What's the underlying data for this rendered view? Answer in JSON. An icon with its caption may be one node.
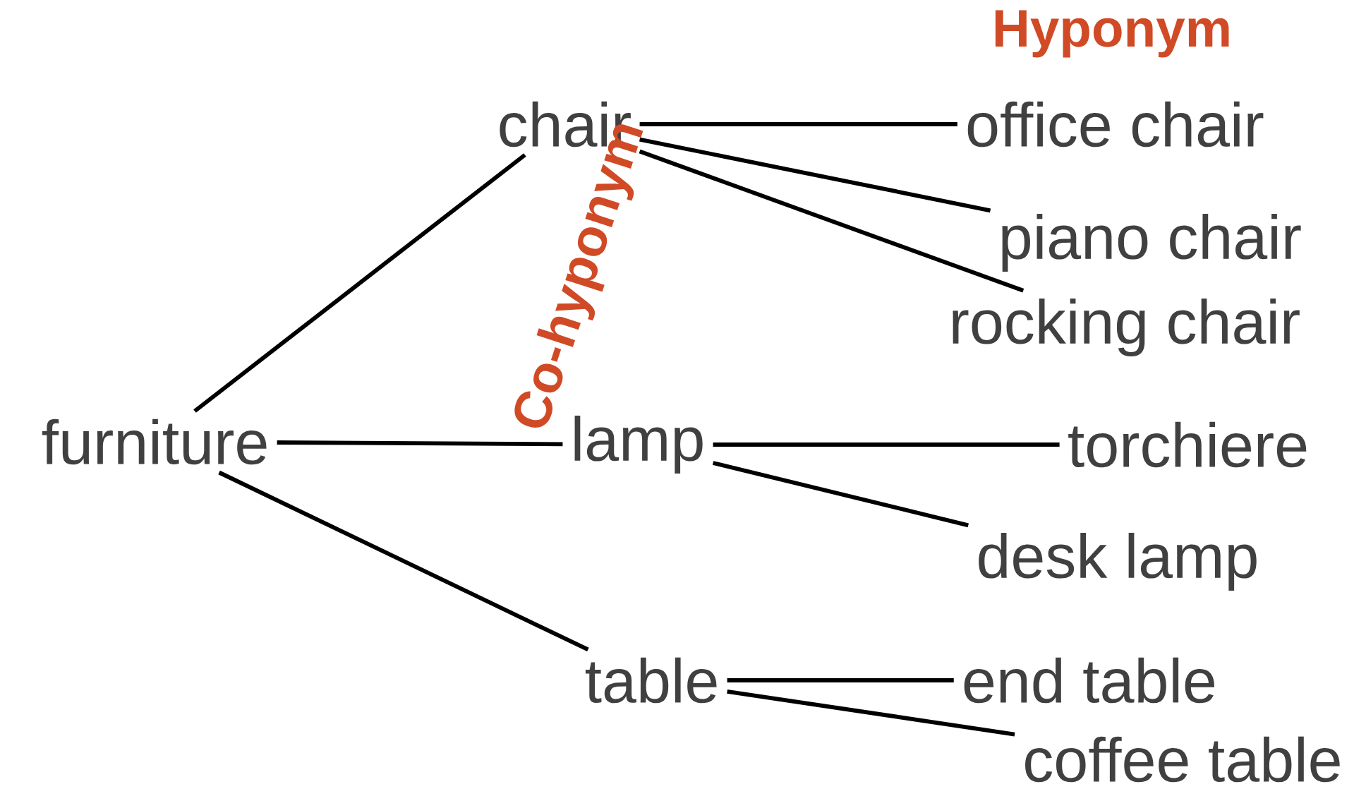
{
  "diagram": {
    "nodes": [
      {
        "text": [
          "furniture"
        ]
      },
      {
        "text": [
          "chair"
        ]
      },
      {
        "text": [
          "lamp"
        ]
      },
      {
        "text": [
          "table"
        ]
      },
      {
        "text": [
          "office chair"
        ]
      },
      {
        "text": [
          "piano chair"
        ]
      },
      {
        "text": [
          "rocking chair"
        ]
      },
      {
        "text": [
          "torchiere"
        ]
      },
      {
        "text": [
          "desk lamp"
        ]
      },
      {
        "text": [
          "end table"
        ]
      },
      {
        "text": [
          "coffee table"
        ]
      }
    ],
    "edges": [
      {
        "from": 0,
        "to": 1,
        "arrow": "none"
      },
      {
        "from": 0,
        "to": 2,
        "arrow": "none"
      },
      {
        "from": 0,
        "to": 3,
        "arrow": "none"
      },
      {
        "from": 1,
        "to": 4,
        "arrow": "none"
      },
      {
        "from": 1,
        "to": 5,
        "arrow": "none"
      },
      {
        "from": 1,
        "to": 6,
        "arrow": "none"
      },
      {
        "from": 2,
        "to": 7,
        "arrow": "none"
      },
      {
        "from": 2,
        "to": 8,
        "arrow": "none"
      },
      {
        "from": 3,
        "to": 9,
        "arrow": "none"
      },
      {
        "from": 3,
        "to": 10,
        "arrow": "none"
      }
    ],
    "labels": [
      "Hyponym",
      "Co-hyponym"
    ]
  }
}
